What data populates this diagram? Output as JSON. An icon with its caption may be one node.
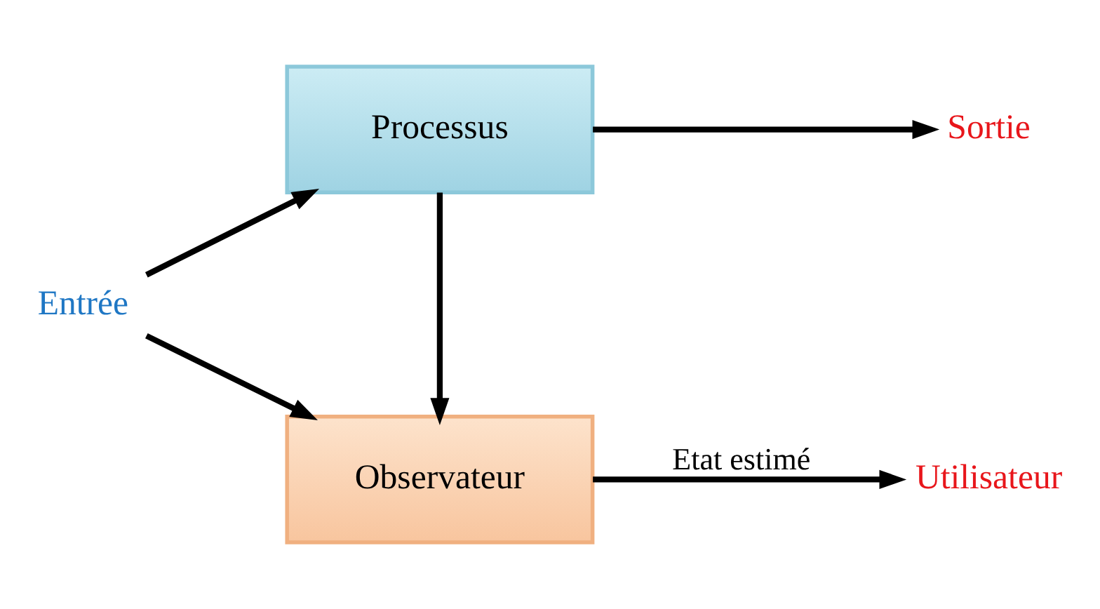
{
  "diagram": {
    "nodes": [
      {
        "text": [
          "Entrée"
        ]
      },
      {
        "text": [
          "Processus"
        ]
      },
      {
        "text": [
          "Observateur"
        ]
      },
      {
        "text": [
          "Sortie"
        ]
      },
      {
        "text": [
          "Utilisateur"
        ]
      }
    ],
    "edges": [
      {
        "from": 0,
        "to": 1,
        "arrow": "to"
      },
      {
        "from": 0,
        "to": 2,
        "arrow": "to"
      },
      {
        "from": 1,
        "to": 3,
        "arrow": "to"
      },
      {
        "from": 1,
        "to": 2,
        "arrow": "to"
      },
      {
        "from": 2,
        "to": 4,
        "arrow": "to",
        "label": "Etat estimé"
      }
    ]
  }
}
